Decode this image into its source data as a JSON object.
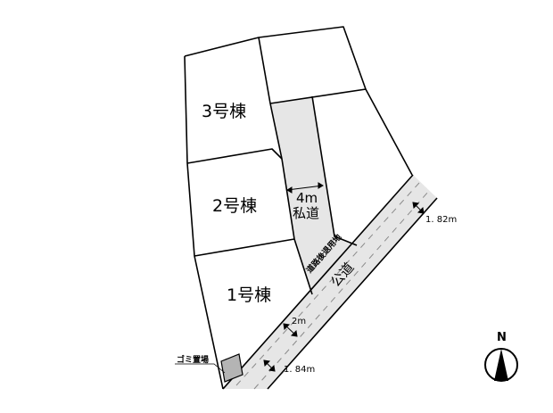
{
  "site_plan": {
    "lots": [
      {
        "id": "lot-3",
        "label": "3号棟"
      },
      {
        "id": "lot-2",
        "label": "2号棟"
      },
      {
        "id": "lot-1",
        "label": "1号棟"
      }
    ],
    "private_road": {
      "width": "4m",
      "label": "私道"
    },
    "public_road": {
      "label": "公道",
      "setback_label": "道路後退用地"
    },
    "dimensions": {
      "road_width": "2m",
      "setback_upper": "1. 82m",
      "setback_lower": "1. 84m"
    },
    "garbage_area": {
      "label": "ゴミ置場"
    },
    "compass": {
      "north_label": "N"
    },
    "colors": {
      "line": "#000000",
      "road_fill": "#e6e6e6",
      "garbage_fill": "#b4b4b4",
      "background": "#ffffff"
    }
  }
}
